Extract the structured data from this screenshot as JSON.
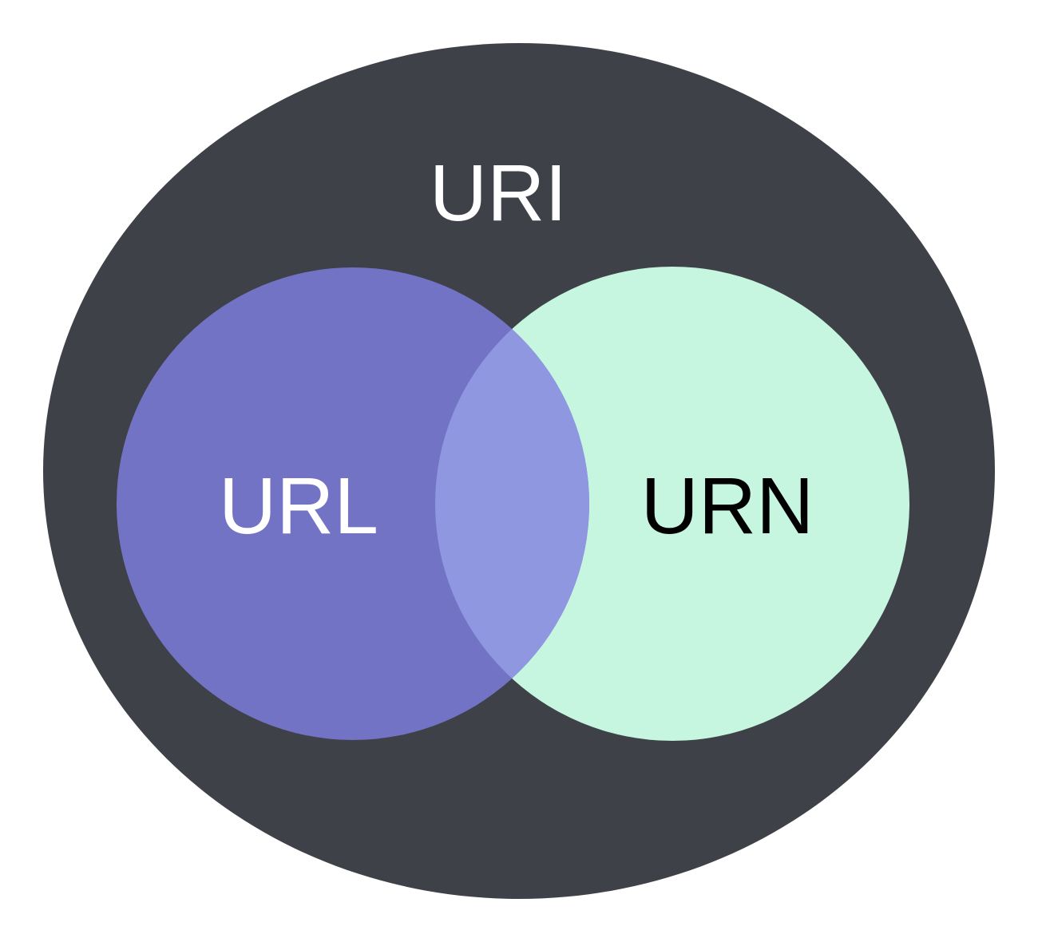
{
  "diagram": {
    "type": "venn",
    "outer": {
      "label": "URI",
      "fill": "#3f4148",
      "text_color": "#ffffff"
    },
    "left_set": {
      "label": "URL",
      "fill": "#7373c5",
      "text_color": "#ffffff"
    },
    "right_set": {
      "label": "URN",
      "fill": "#c7f6e0",
      "text_color": "#000000"
    },
    "intersection": {
      "fill": "#8e97e0"
    }
  }
}
